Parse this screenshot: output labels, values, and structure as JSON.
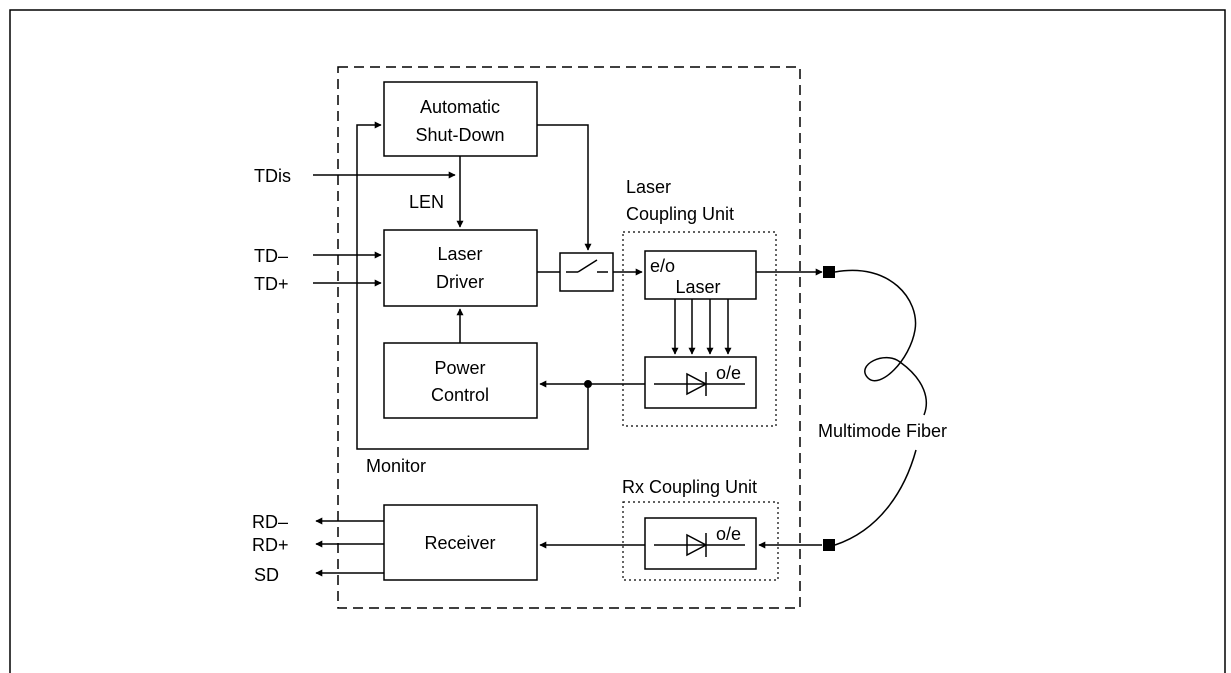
{
  "blocks": {
    "automatic_shutdown": [
      "Automatic",
      "Shut-Down"
    ],
    "laser_driver": [
      "Laser",
      "Driver"
    ],
    "power_control": [
      "Power",
      "Control"
    ],
    "receiver": "Receiver",
    "laser_eo": "e/o",
    "laser": "Laser",
    "photodiode_oe": "o/e",
    "rx_photodiode_oe": "o/e"
  },
  "units": {
    "laser_coupling": [
      "Laser",
      "Coupling Unit"
    ],
    "rx_coupling": "Rx Coupling Unit"
  },
  "signals": {
    "tdis": "TDis",
    "len": "LEN",
    "td_minus": "TD–",
    "td_plus": "TD+",
    "monitor": "Monitor",
    "rd_minus": "RD–",
    "rd_plus": "RD+",
    "sd": "SD"
  },
  "fiber": "Multimode Fiber"
}
